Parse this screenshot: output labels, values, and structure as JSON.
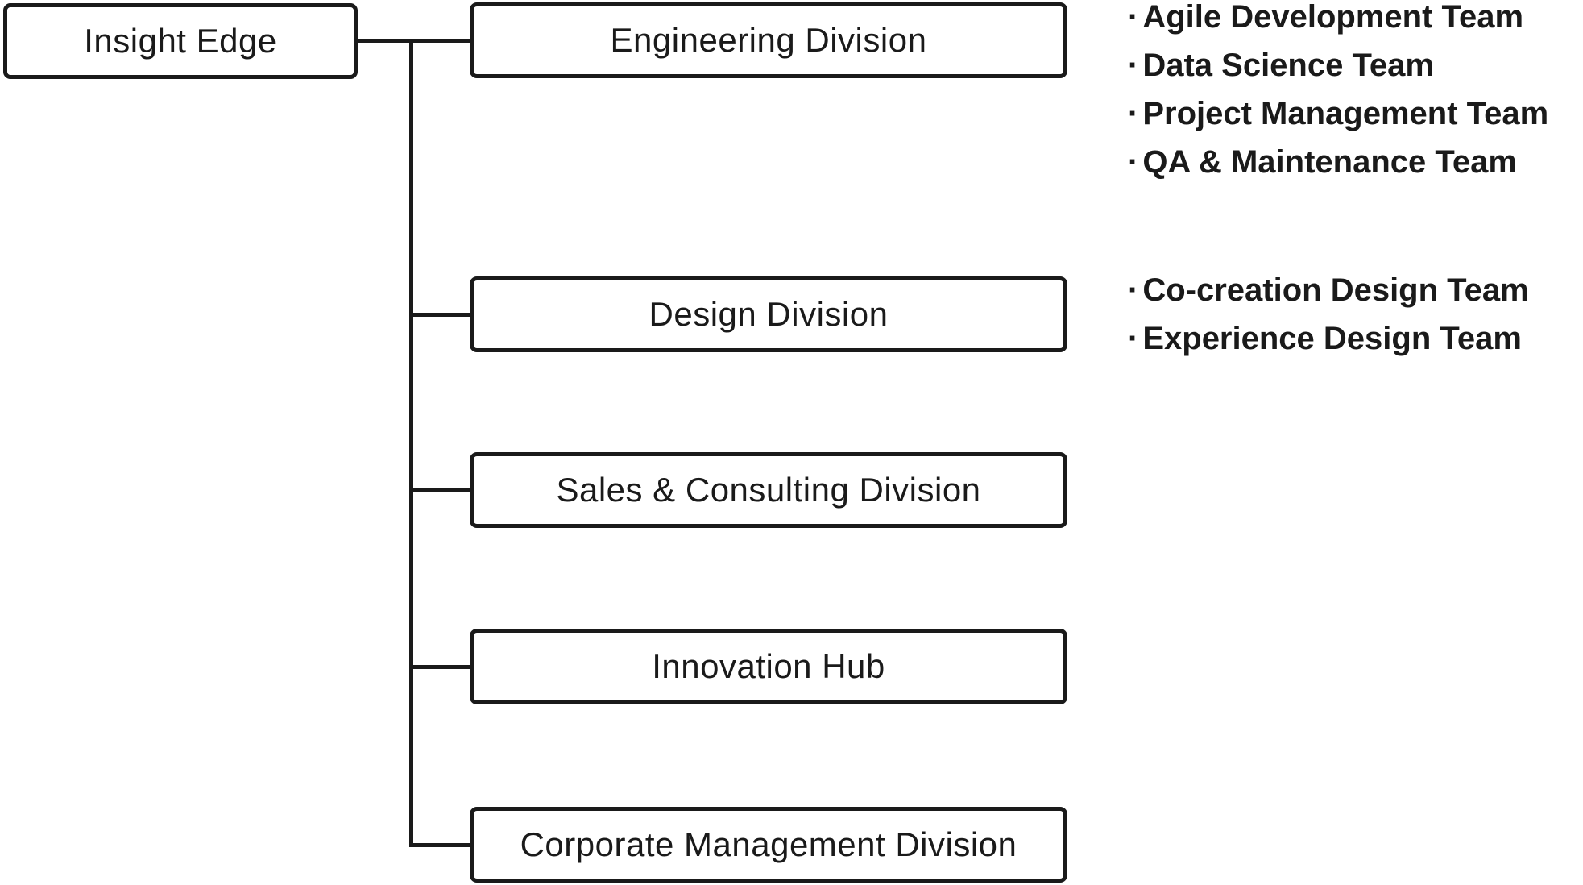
{
  "bullet_char": "·",
  "colors": {
    "line": "#1a1a1a",
    "text": "#1a1a1a",
    "background": "#ffffff"
  },
  "root": {
    "label": "Insight Edge"
  },
  "divisions": [
    {
      "label": "Engineering Division",
      "teams": [
        "Agile Development Team",
        "Data Science Team",
        "Project Management Team",
        "QA & Maintenance Team"
      ]
    },
    {
      "label": "Design Division",
      "teams": [
        "Co-creation Design Team",
        "Experience Design Team"
      ]
    },
    {
      "label": "Sales & Consulting Division",
      "teams": []
    },
    {
      "label": "Innovation Hub",
      "teams": []
    },
    {
      "label": "Corporate Management Division",
      "teams": []
    }
  ]
}
